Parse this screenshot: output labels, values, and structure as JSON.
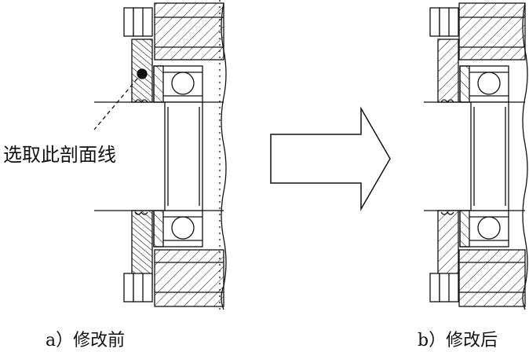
{
  "annotation": "选取此剖面线",
  "captions": {
    "before": "a）修改前",
    "after": "b）修改后"
  },
  "colors": {
    "line": "#111111",
    "background": "#ffffff"
  }
}
